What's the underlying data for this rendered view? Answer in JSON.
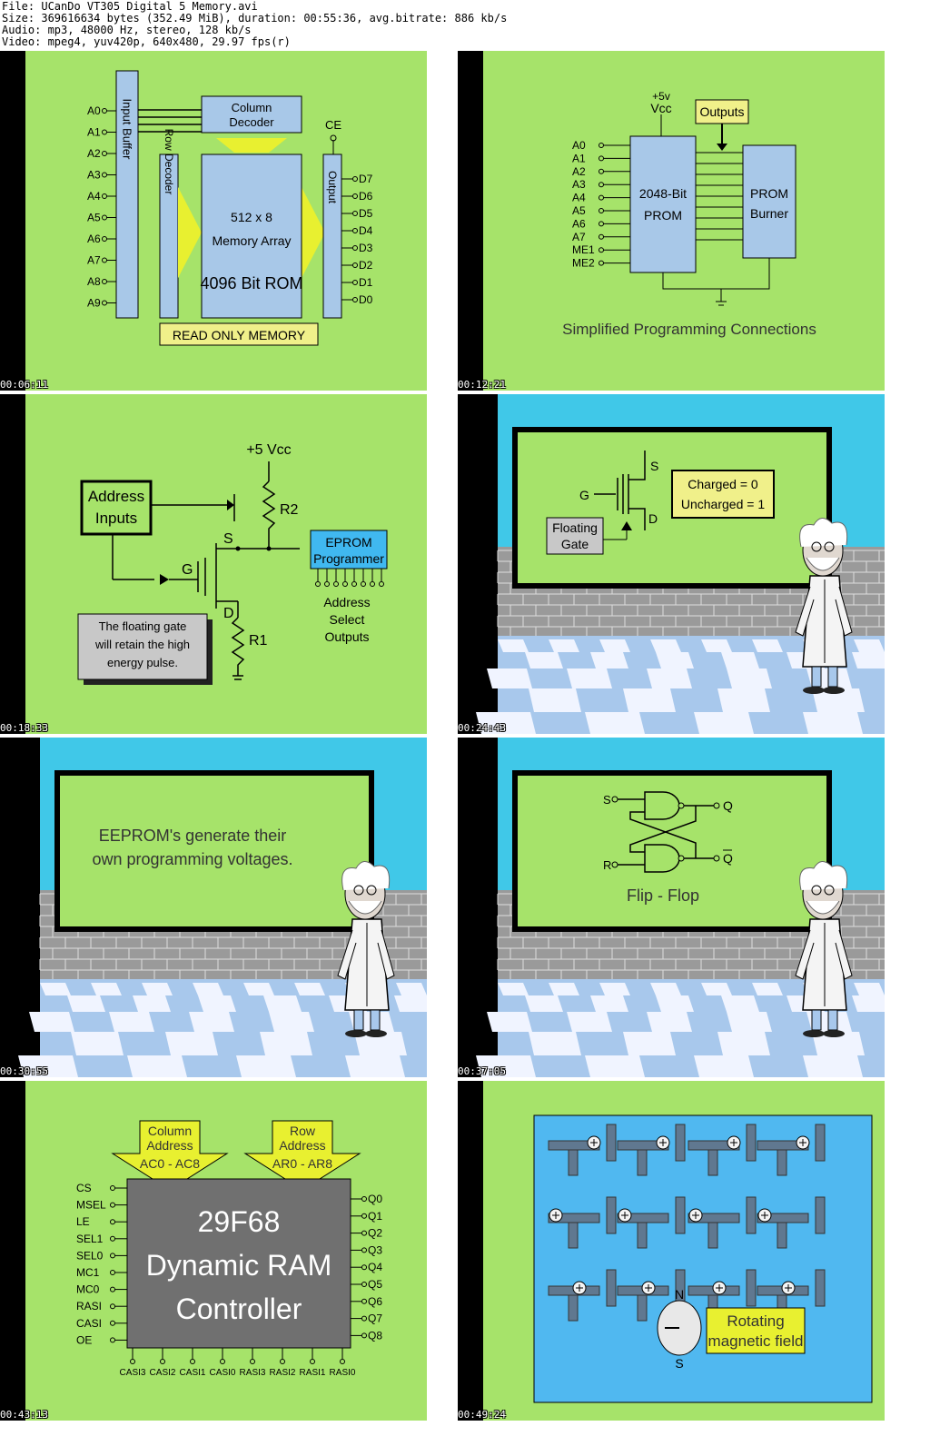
{
  "header": {
    "file": "File: UCanDo VT305 Digital 5 Memory.avi",
    "size": "Size: 369616634 bytes (352.49 MiB), duration: 00:55:36, avg.bitrate: 886 kb/s",
    "audio": "Audio: mp3, 48000 Hz, stereo, 128 kb/s",
    "video": "Video: mpeg4, yuv420p, 640x480, 29.97 fps(r)"
  },
  "colors": {
    "slide_green": "#a6e36a",
    "chip_blue": "#a8c8e8",
    "highlight_yellow": "#f0f08a",
    "arrow_yellow": "#e8f030",
    "wall_gray": "#9a9a9a",
    "sky_cyan": "#40c8e8",
    "water_blue": "#50b8f0",
    "chip_gray": "#707070"
  },
  "frames": [
    {
      "timestamp": "00:06:11",
      "address_pins": [
        "A0",
        "A1",
        "A2",
        "A3",
        "A4",
        "A5",
        "A6",
        "A7",
        "A8",
        "A9"
      ],
      "data_pins": [
        "D7",
        "D6",
        "D5",
        "D4",
        "D3",
        "D2",
        "D1",
        "D0"
      ],
      "input_buffer": "Input Buffer",
      "row_decoder": "Row Decoder",
      "column_decoder_1": "Column",
      "column_decoder_2": "Decoder",
      "array_1": "512 x 8",
      "array_2": "Memory Array",
      "array_3": "4096 Bit ROM",
      "output": "Output",
      "ce": "CE",
      "banner": "READ ONLY MEMORY"
    },
    {
      "timestamp": "00:12:21",
      "vcc_1": "+5v",
      "vcc_2": "Vcc",
      "outputs": "Outputs",
      "pins": [
        "A0",
        "A1",
        "A2",
        "A3",
        "A4",
        "A5",
        "A6",
        "A7",
        "ME1",
        "ME2"
      ],
      "prom_1": "2048-Bit",
      "prom_2": "PROM",
      "burner_1": "PROM",
      "burner_2": "Burner",
      "caption": "Simplified Programming Connections"
    },
    {
      "timestamp": "00:18:33",
      "vcc": "+5 Vcc",
      "address_1": "Address",
      "address_2": "Inputs",
      "r2": "R2",
      "r1": "R1",
      "s": "S",
      "g": "G",
      "d": "D",
      "eprom_1": "EPROM",
      "eprom_2": "Programmer",
      "select_1": "Address",
      "select_2": "Select",
      "select_3": "Outputs",
      "note_1": "The floating gate",
      "note_2": "will retain the high",
      "note_3": "energy pulse."
    },
    {
      "timestamp": "00:24:43",
      "s": "S",
      "g": "G",
      "d": "D",
      "charged": "Charged = 0",
      "uncharged": "Uncharged = 1",
      "floating_1": "Floating",
      "floating_2": "Gate"
    },
    {
      "timestamp": "00:30:55",
      "line_1": "EEPROM's generate their",
      "line_2": "own programming voltages."
    },
    {
      "timestamp": "00:37:05",
      "s": "S",
      "r": "R",
      "q": "Q",
      "qbar": "Q",
      "caption": "Flip - Flop"
    },
    {
      "timestamp": "00:43:13",
      "col_1": "Column",
      "col_2": "Address",
      "col_3": "AC0 - AC8",
      "row_1": "Row",
      "row_2": "Address",
      "row_3": "AR0 - AR8",
      "left_pins": [
        "CS",
        "MSEL",
        "LE",
        "SEL1",
        "SEL0",
        "MC1",
        "MC0",
        "RASI",
        "CASI",
        "OE"
      ],
      "right_pins": [
        "Q0",
        "Q1",
        "Q2",
        "Q3",
        "Q4",
        "Q5",
        "Q6",
        "Q7",
        "Q8"
      ],
      "bottom_pins": [
        "CASI3",
        "CASI2",
        "CASI1",
        "CASI0",
        "RASI3",
        "RASI2",
        "RASI1",
        "RASI0"
      ],
      "chip_1": "29F68",
      "chip_2": "Dynamic RAM",
      "chip_3": "Controller"
    },
    {
      "timestamp": "00:49:24",
      "n": "N",
      "s": "S",
      "label_1": "Rotating",
      "label_2": "magnetic field"
    }
  ]
}
